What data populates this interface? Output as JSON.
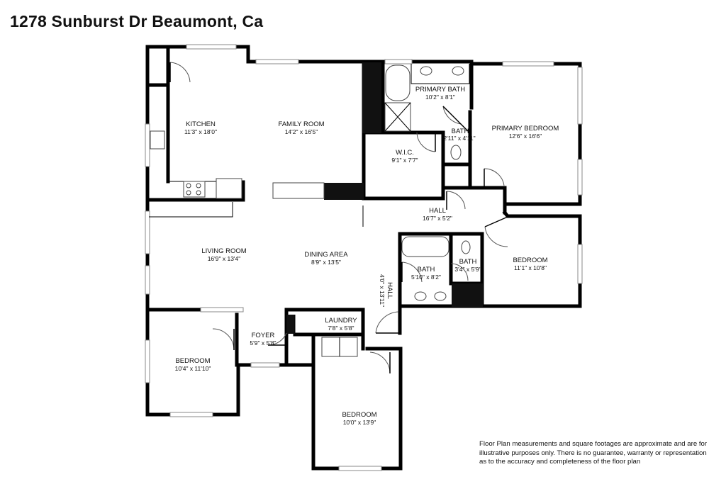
{
  "title": "1278 Sunburst Dr Beaumont, Ca",
  "rooms": {
    "kitchen": {
      "name": "KITCHEN",
      "dim": "11'3\" x 18'0\""
    },
    "family_room": {
      "name": "FAMILY ROOM",
      "dim": "14'2\" x 16'5\""
    },
    "primary_bath": {
      "name": "PRIMARY BATH",
      "dim": "10'2\" x 8'1\""
    },
    "bath_small": {
      "name": "BATH",
      "dim": "2'11\" x 4'11\""
    },
    "primary_bedroom": {
      "name": "PRIMARY BEDROOM",
      "dim": "12'6\" x 16'6\""
    },
    "wic": {
      "name": "W.I.C.",
      "dim": "9'1\" x 7'7\""
    },
    "hall_upper": {
      "name": "HALL",
      "dim": "16'7\" x 5'2\""
    },
    "living_room": {
      "name": "LIVING ROOM",
      "dim": "16'9\" x 13'4\""
    },
    "dining_area": {
      "name": "DINING AREA",
      "dim": "8'9\" x 13'5\""
    },
    "bath_mid": {
      "name": "BATH",
      "dim": "5'10\" x 8'2\""
    },
    "bath_tiny": {
      "name": "BATH",
      "dim": "3'4\" x 5'9\""
    },
    "bedroom_right": {
      "name": "BEDROOM",
      "dim": "11'1\" x 10'8\""
    },
    "hall_vertical": {
      "name": "HALL",
      "dim": "4'0\" x 13'11\""
    },
    "laundry": {
      "name": "LAUNDRY",
      "dim": "7'8\" x 5'8\""
    },
    "foyer": {
      "name": "FOYER",
      "dim": "5'9\" x 5'8\""
    },
    "bedroom_left": {
      "name": "BEDROOM",
      "dim": "10'4\" x 11'10\""
    },
    "bedroom_bottom": {
      "name": "BEDROOM",
      "dim": "10'0\" x 13'9\""
    }
  },
  "disclaimer": {
    "line1": "Floor Plan measurements and square footages are approximate and are for",
    "line2": "illustrative purposes only. There is no guarantee, warranty or representation",
    "line3": "as to the accuracy and completeness of the floor plan"
  }
}
